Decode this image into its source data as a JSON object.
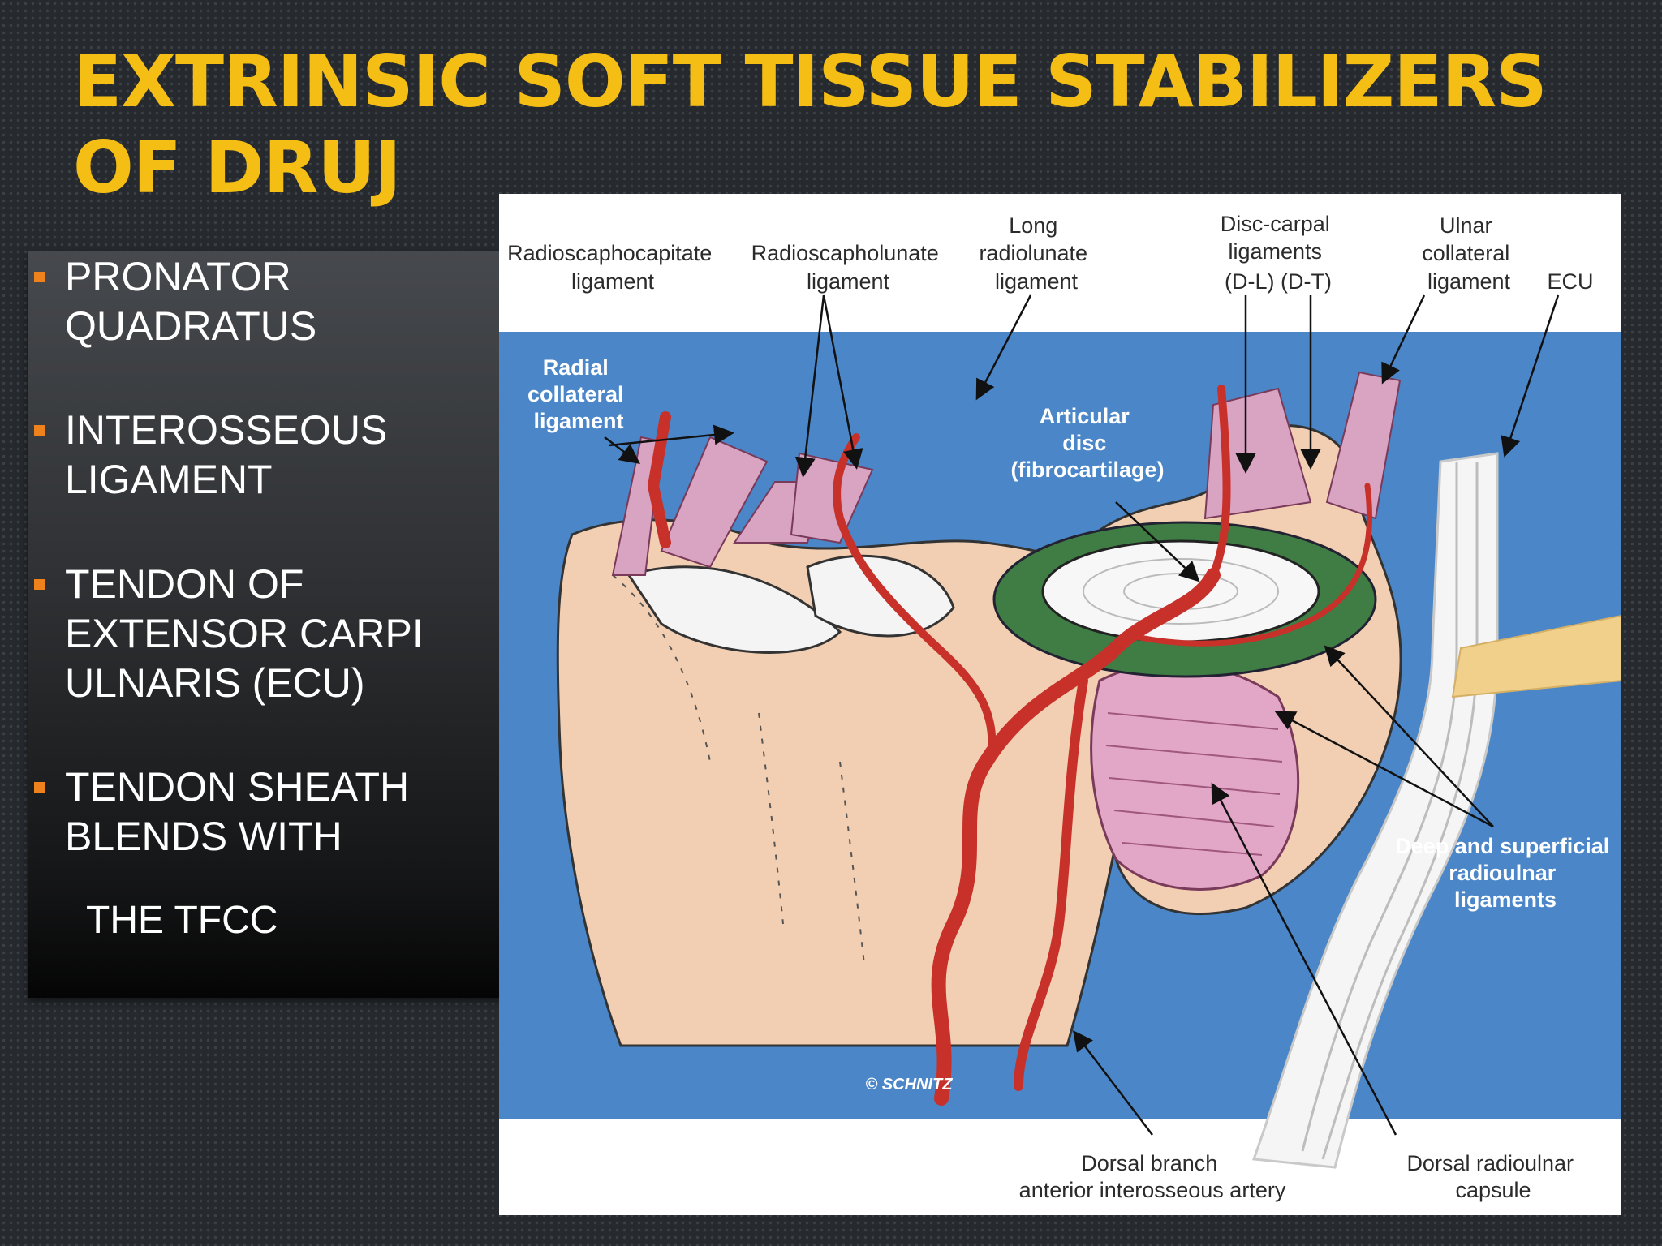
{
  "slide": {
    "title": "EXTRINSIC SOFT TISSUE STABILIZERS OF DRUJ"
  },
  "bullets": [
    {
      "text": "PRONATOR\nQUADRATUS"
    },
    {
      "text": "INTEROSSEOUS\nLIGAMENT"
    },
    {
      "text": "TENDON OF\nEXTENSOR CARPI\nULNARIS (ECU)"
    },
    {
      "text": "TENDON SHEATH\nBLENDS WITH"
    }
  ],
  "sub_bullet": "THE TFCC",
  "figure": {
    "labels": {
      "radioscaphocapitate": [
        "Radioscaphocapitate",
        "ligament"
      ],
      "radioscapholunate": [
        "Radioscapholunate",
        "ligament"
      ],
      "long_radiolunate": [
        "Long",
        "radiolunate",
        "ligament"
      ],
      "disc_carpal": [
        "Disc-carpal",
        "ligaments",
        "(D-L)  (D-T)"
      ],
      "ulnar_collateral": [
        "Ulnar",
        "collateral",
        "ligament"
      ],
      "ecu": "ECU",
      "radial_collateral": [
        "Radial",
        "collateral",
        "ligament"
      ],
      "articular_disc": [
        "Articular",
        "disc",
        "(fibrocartilage)"
      ],
      "deep_superficial": [
        "Deep and superficial",
        "radioulnar",
        "ligaments"
      ],
      "dorsal_branch": [
        "Dorsal branch",
        "anterior interosseous artery"
      ],
      "dorsal_capsule": [
        "Dorsal radioulnar",
        "capsule"
      ],
      "copyright": "© SCHNITZ"
    },
    "colors": {
      "background": "#4a86c8",
      "bone": "#f2cfb2",
      "artery": "#c8302a",
      "ligament": "#d9a3c2",
      "disc_rim": "#3f7d45",
      "tendon_band": "#f0d08a"
    }
  }
}
